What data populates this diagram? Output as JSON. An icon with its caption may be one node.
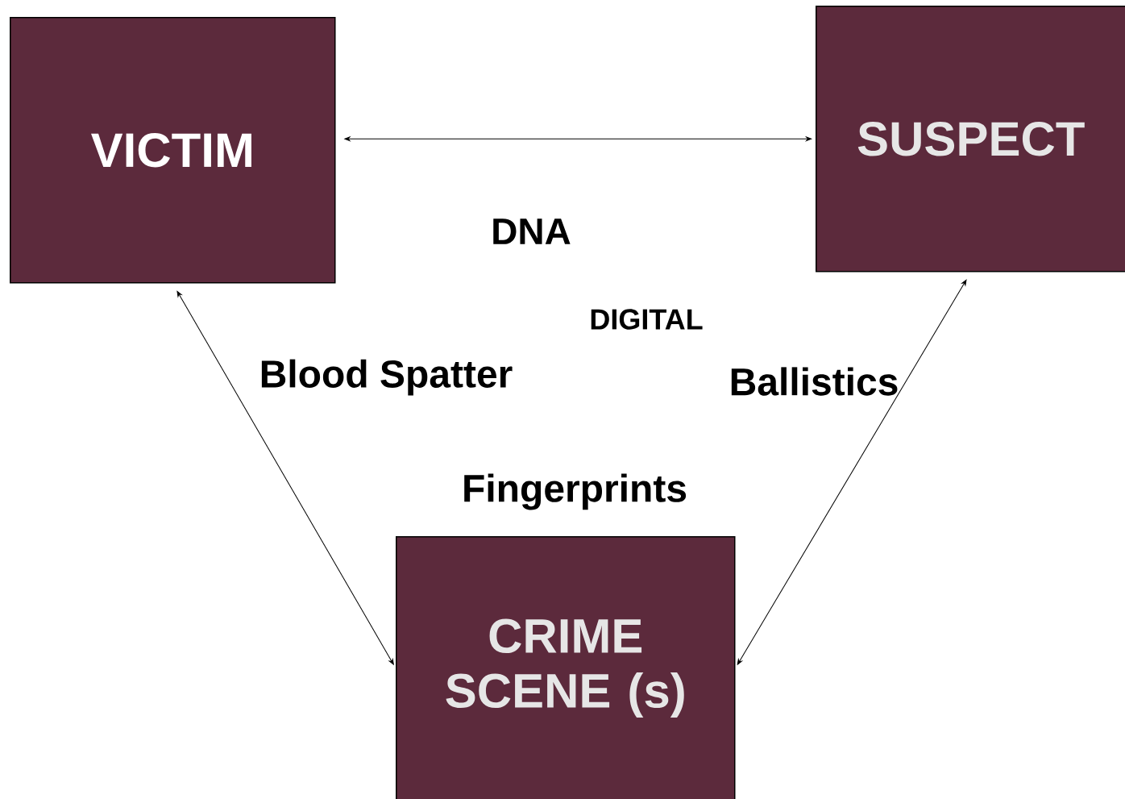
{
  "diagram": {
    "nodes": [
      {
        "text": [
          "VICTIM"
        ]
      },
      {
        "text": [
          "SUSPECT"
        ]
      },
      {
        "text": [
          "CRIME SCENE (s)"
        ]
      }
    ],
    "edges": [
      {
        "from": 0,
        "to": 1,
        "arrow": "both"
      },
      {
        "from": 0,
        "to": 2,
        "arrow": "both"
      },
      {
        "from": 1,
        "to": 2,
        "arrow": "both"
      }
    ],
    "labels": [
      "DNA",
      "DIGITAL",
      "Blood Spatter",
      "Ballistics",
      "Fingerprints"
    ]
  }
}
